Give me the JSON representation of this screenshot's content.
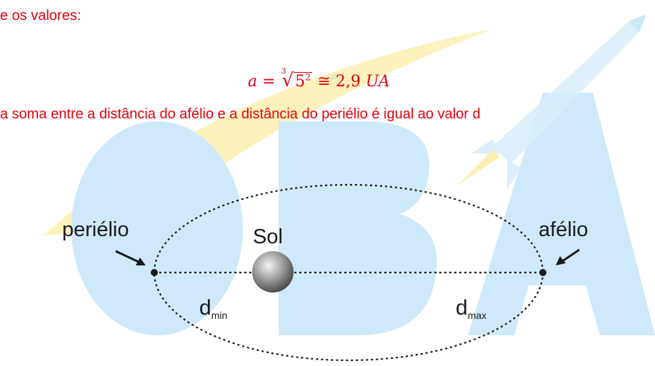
{
  "text": {
    "line1": "e os valores:",
    "line3": "a soma entre a distância do afélio e a distância do periélio é igual ao valor d"
  },
  "formula": {
    "lhs": "a",
    "equals": "=",
    "root_index": "3",
    "radicand_base": "5",
    "radicand_exp": "2",
    "approx": "≅",
    "value": "2,9",
    "unit": "UA"
  },
  "diagram": {
    "perihelion_label": "periélio",
    "aphelion_label": "afélio",
    "sun_label": "Sol",
    "dmin_main": "d",
    "dmin_sub": "min",
    "dmax_main": "d",
    "dmax_sub": "max"
  },
  "watermark_text": "OBA",
  "colors": {
    "text_red": "#e3000f",
    "watermark_blue": "#cfe9fb",
    "watermark_yellow": "#fbeea6"
  }
}
